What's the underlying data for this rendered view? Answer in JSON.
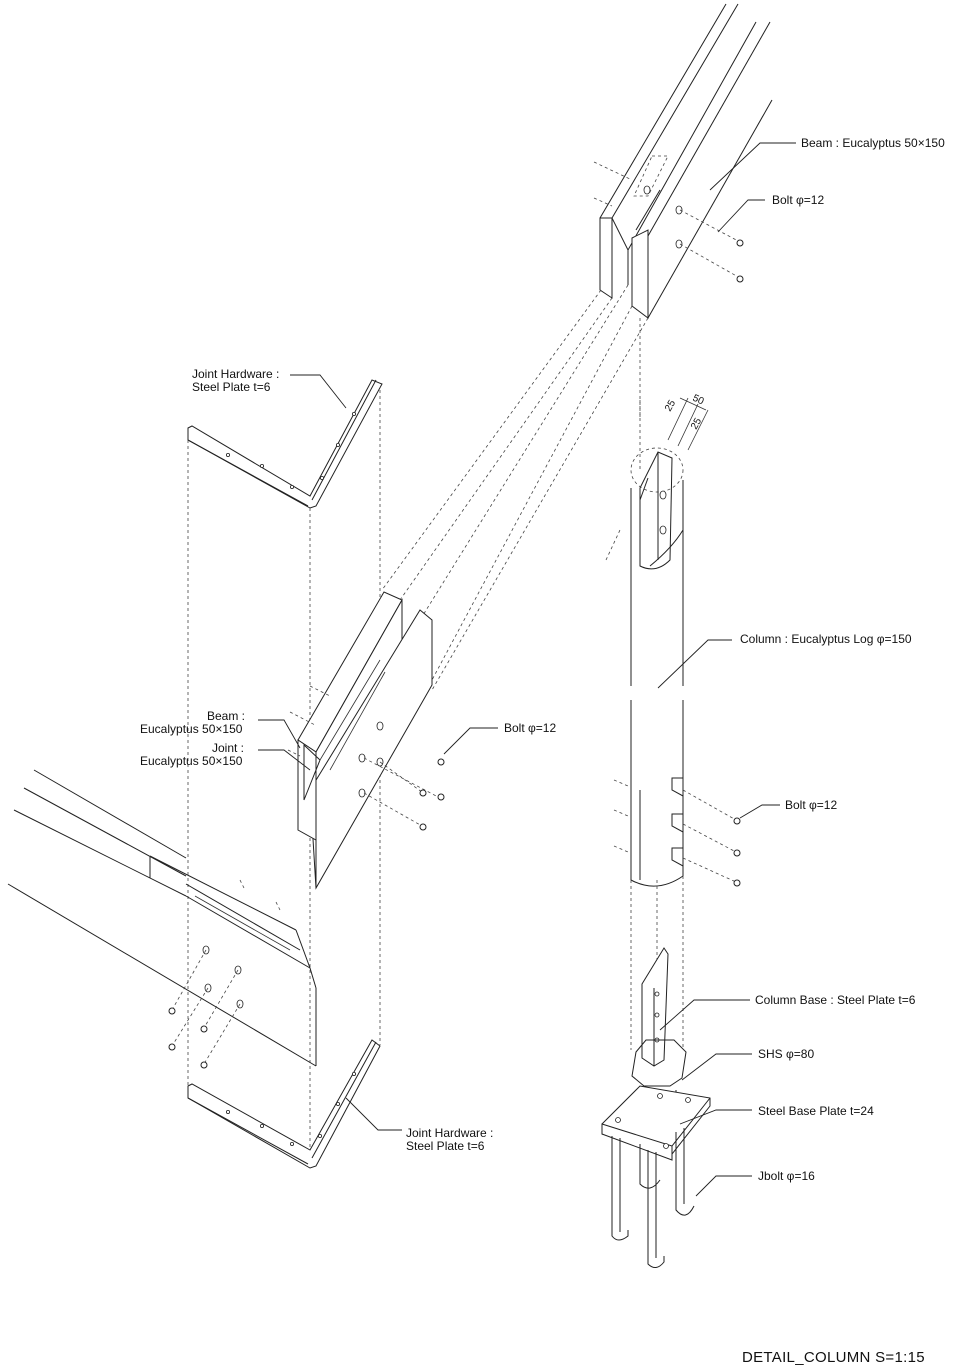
{
  "labels": {
    "beam_top": "Beam : Eucalyptus 50×150",
    "bolt_top": "Bolt φ=12",
    "joint_hw_top_1": "Joint Hardware :",
    "joint_hw_top_2": "Steel Plate t=6",
    "dim_50": "50",
    "dim_25a": "25",
    "dim_25b": "25",
    "column": "Column : Eucalyptus Log φ=150",
    "beam_mid_1": "Beam :",
    "beam_mid_2": "Eucalyptus 50×150",
    "joint_mid_1": "Joint :",
    "joint_mid_2": "Eucalyptus 50×150",
    "bolt_mid": "Bolt φ=12",
    "bolt_col": "Bolt φ=12",
    "column_base": "Column Base : Steel Plate t=6",
    "shs": "SHS φ=80",
    "base_plate": "Steel Base Plate t=24",
    "jbolt": "Jbolt φ=16",
    "joint_hw_bot_1": "Joint Hardware :",
    "joint_hw_bot_2": "Steel Plate t=6"
  },
  "title": "DETAIL_COLUMN S=1:15"
}
